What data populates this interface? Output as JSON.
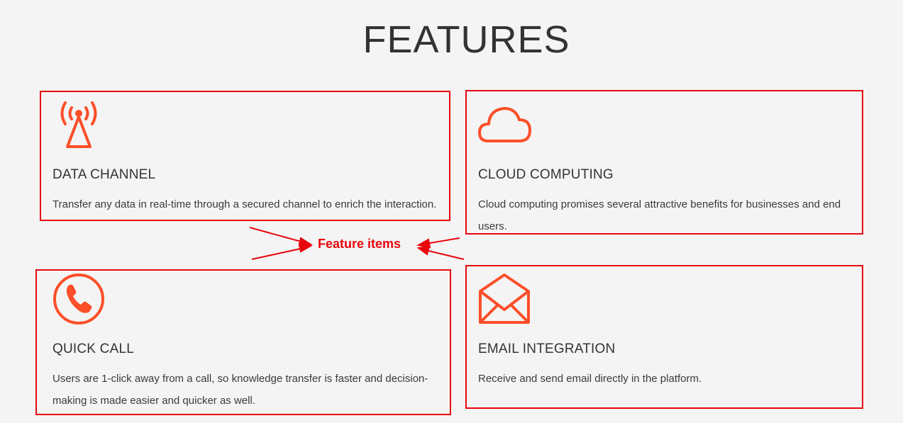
{
  "section": {
    "title": "FEATURES"
  },
  "features": [
    {
      "icon": "antenna-icon",
      "title": "DATA CHANNEL",
      "description": "Transfer any data in real-time through a secured channel to enrich the interaction."
    },
    {
      "icon": "cloud-icon",
      "title": "CLOUD COMPUTING",
      "description": "Cloud computing promises several attractive benefits for businesses and end users."
    },
    {
      "icon": "phone-icon",
      "title": "QUICK CALL",
      "description": "Users are 1-click away from a call, so knowledge transfer is faster and decision-making is made easier and quicker as well."
    },
    {
      "icon": "envelope-icon",
      "title": "EMAIL INTEGRATION",
      "description": "Receive and send email directly in the platform."
    }
  ],
  "annotation": {
    "label": "Feature items"
  },
  "colors": {
    "accent": "#fb4f29",
    "annotation": "#e8070d",
    "background": "#f4f4f4",
    "text": "#333333"
  }
}
